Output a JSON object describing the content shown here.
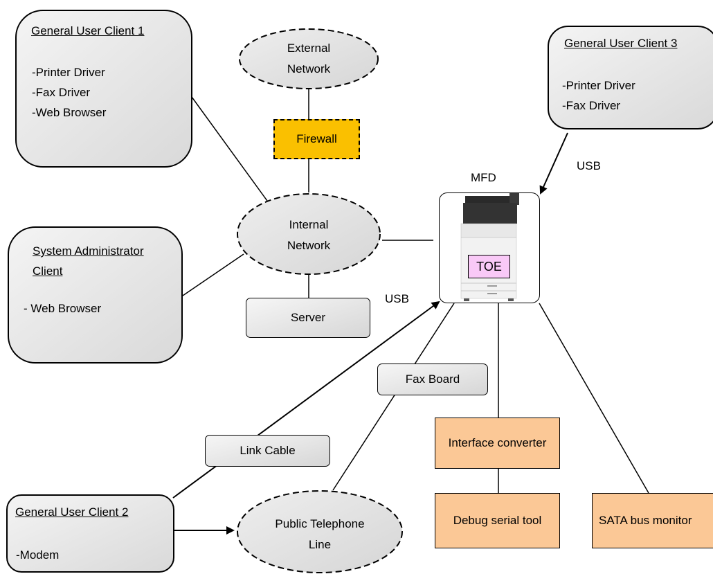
{
  "clients": {
    "client1": {
      "title": "General User Client 1",
      "items": [
        "-Printer Driver",
        "-Fax Driver",
        "-Web Browser"
      ]
    },
    "admin": {
      "title_line1": "System Administrator",
      "title_line2": "Client",
      "items": [
        "- Web Browser"
      ]
    },
    "client3": {
      "title": "General User Client 3",
      "items": [
        "-Printer Driver",
        "-Fax Driver"
      ]
    },
    "client2": {
      "title": "General User Client 2",
      "items": [
        "-Modem"
      ]
    }
  },
  "networks": {
    "external": {
      "line1": "External",
      "line2": "Network"
    },
    "internal": {
      "line1": "Internal",
      "line2": "Network"
    },
    "phone": {
      "line1": "Public Telephone",
      "line2": "Line"
    }
  },
  "firewall": "Firewall",
  "server": "Server",
  "mfd": {
    "label": "MFD",
    "toe": "TOE"
  },
  "connections": {
    "usb_top": "USB",
    "usb_left": "USB"
  },
  "components": {
    "fax_board": "Fax Board",
    "link_cable": "Link Cable",
    "interface_converter": "Interface converter",
    "debug_serial_tool": "Debug serial tool",
    "sata_bus_monitor": "SATA bus monitor"
  },
  "colors": {
    "firewall": "#fac000",
    "orange_box": "#fbc896",
    "toe": "#f9c9f7",
    "client_fill": "#d9d9d9"
  }
}
